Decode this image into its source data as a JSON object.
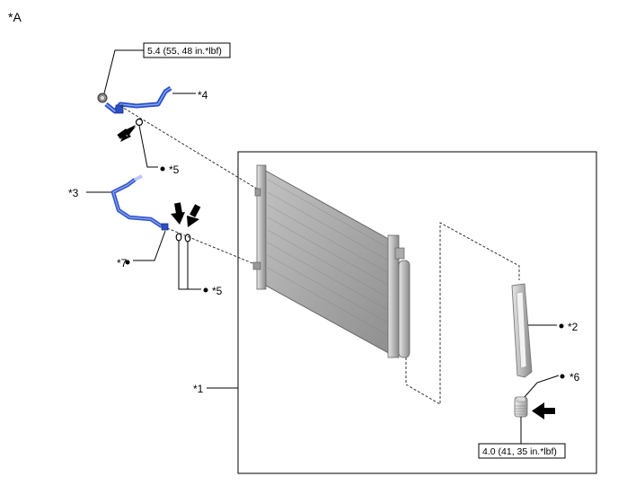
{
  "figure_label": "*A",
  "torque_top": "5.4 (55, 48 in.*lbf)",
  "torque_bottom": "4.0 (41, 35 in.*lbf)",
  "callouts": {
    "c1": "*1",
    "c2": "*2",
    "c3": "*3",
    "c4": "*4",
    "c5a": "*5",
    "c5b": "*5",
    "c6": "*6",
    "c7": "*7"
  },
  "colors": {
    "pipe_blue": "#2a4fc7",
    "part_gray": "#a8a8a8",
    "line": "#000000"
  }
}
